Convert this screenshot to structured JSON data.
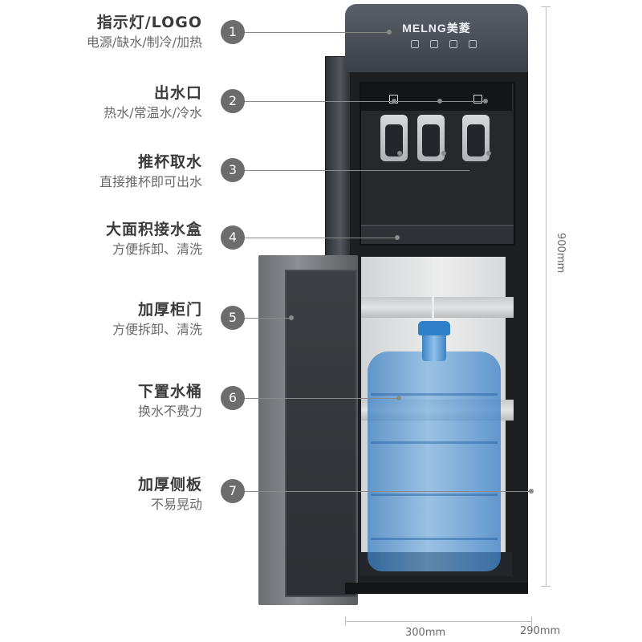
{
  "brand": {
    "logo": "MELNG美菱"
  },
  "features": [
    {
      "num": "1",
      "title": "指示灯/LOGO",
      "desc": "电源/缺水/制冷/加热"
    },
    {
      "num": "2",
      "title": "出水口",
      "desc": "热水/常温水/冷水"
    },
    {
      "num": "3",
      "title": "推杯取水",
      "desc": "直接推杯即可出水"
    },
    {
      "num": "4",
      "title": "大面积接水盒",
      "desc": "方便拆卸、清洗"
    },
    {
      "num": "5",
      "title": "加厚柜门",
      "desc": "方便拆卸、清洗"
    },
    {
      "num": "6",
      "title": "下置水桶",
      "desc": "换水不费力"
    },
    {
      "num": "7",
      "title": "加厚侧板",
      "desc": "不易晃动"
    }
  ],
  "dimensions": {
    "height": "900mm",
    "width": "300mm",
    "depth": "290mm"
  },
  "colors": {
    "badge": "#6c6c6c",
    "body": "#1d1f22",
    "bottle": "#3a80c4"
  }
}
